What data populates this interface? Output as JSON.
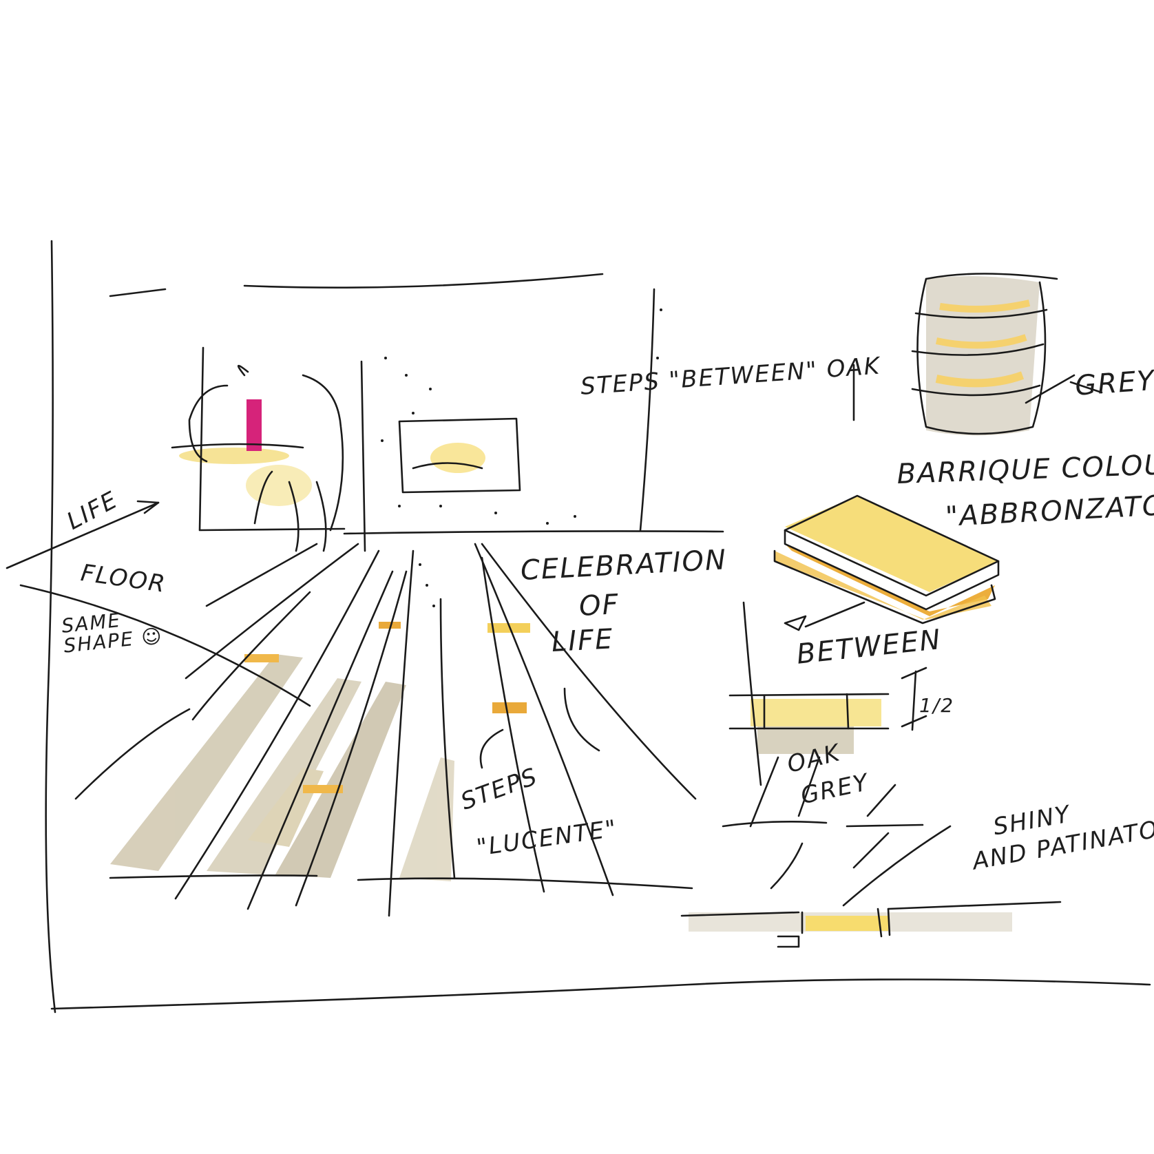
{
  "sketch": {
    "palette": {
      "paper": "#ffffff",
      "ink": "#1a1a1a",
      "wash_yellow": "#f5d76b",
      "wash_orange": "#e9a93a",
      "wash_grey": "#c7bfa8",
      "accent_magenta": "#d6237a"
    },
    "annotations": {
      "life_arrow": "LIFE",
      "floor": "FLOOR",
      "same_shape": "SAME SHAPE ☺",
      "steps_between_oak": "STEPS \"BETWEEN\" OAK",
      "grey": "GREY",
      "barrique_colour": "BARRIQUE COLOUR",
      "abbronzato": "\"ABBRONZATO\"",
      "celebration": "CELEBRATION",
      "of": "OF",
      "life": "LIFE",
      "between": "BETWEEN",
      "oak": "OAK",
      "grey_lower": "GREY",
      "steps": "STEPS",
      "lucente": "\"LUCENTE\"",
      "shiny": "SHINY",
      "and_patinato": "AND PATINATO",
      "half": "1/2"
    }
  }
}
